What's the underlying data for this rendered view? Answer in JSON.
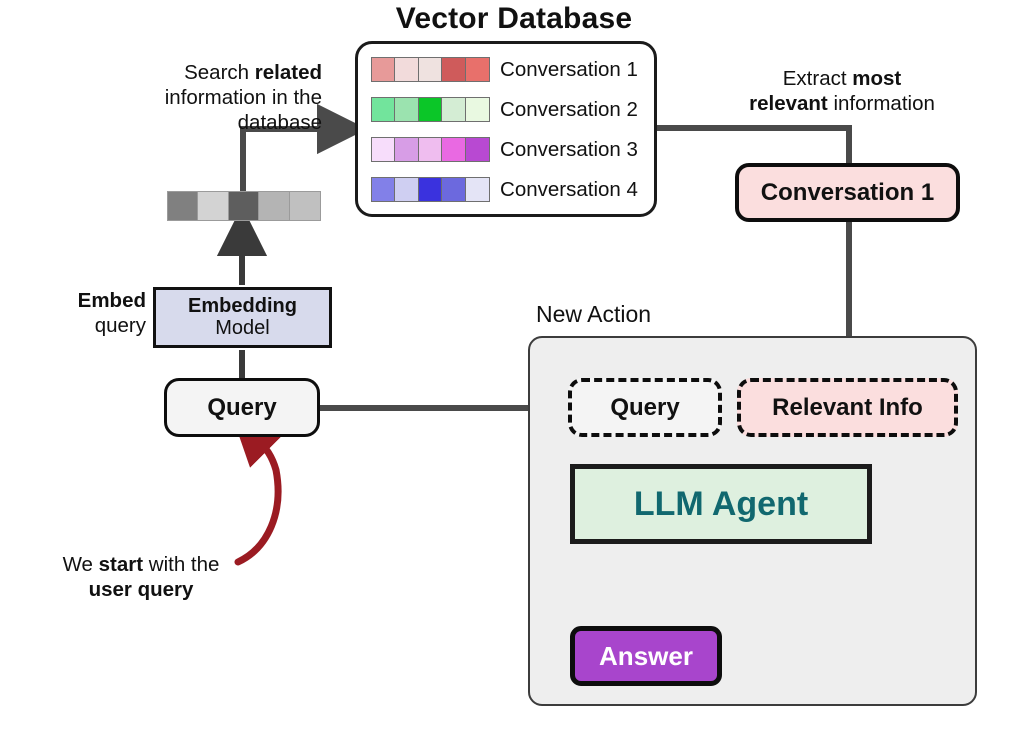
{
  "diagram": {
    "title": "Vector Database",
    "new_action_label": "New Action"
  },
  "colors": {
    "line_gray": "#4a4a4a",
    "red_arrow": "#9B1B22",
    "relevant_pink": "#FBDEDE",
    "llm_green": "#DEF0DF",
    "llm_text_teal": "#11686F",
    "answer_purple": "#A845CC",
    "embedding_lavender": "#D7DAEC",
    "panel_gray": "#EEEEEE"
  },
  "vector_database": {
    "rows": [
      {
        "label": "Conversation 1",
        "colors": [
          "#E79A99",
          "#F2DBDB",
          "#EFE2E0",
          "#CF5B5B",
          "#E8706B"
        ]
      },
      {
        "label": "Conversation 2",
        "colors": [
          "#72E49C",
          "#9BE3AF",
          "#0BC628",
          "#D4EDD4",
          "#E9F9E1"
        ]
      },
      {
        "label": "Conversation 3",
        "colors": [
          "#F7DDFB",
          "#D79DE6",
          "#EFBDEF",
          "#E969E2",
          "#B849D2"
        ]
      },
      {
        "label": "Conversation 4",
        "colors": [
          "#8280E8",
          "#CFCFF2",
          "#3A32DE",
          "#6C69DE",
          "#E4E4F6"
        ]
      }
    ]
  },
  "query_vector": {
    "colors": [
      "#808080",
      "#D3D3D3",
      "#5E5E5E",
      "#B4B4B4",
      "#C0C0C0"
    ]
  },
  "annotations": {
    "search": {
      "line1_pre": "Search ",
      "line1_bold": "related",
      "line2": "information in the",
      "line3": "database"
    },
    "embed": {
      "bold": "Embed",
      "normal": "query"
    },
    "extract": {
      "line1_pre": "Extract ",
      "line1_bold": "most",
      "line2_bold": "relevant",
      "line2_post": " information"
    },
    "start": {
      "line1_pre": "We ",
      "line1_bold": "start",
      "line1_post": " with the",
      "line2_bold": "user query"
    }
  },
  "boxes": {
    "embedding_model": {
      "line1": "Embedding",
      "line2": "Model"
    },
    "query_left": "Query",
    "conversation_selected": "Conversation 1",
    "query_dashed": "Query",
    "relevant_info": "Relevant Info",
    "llm_agent": "LLM Agent",
    "answer": "Answer"
  }
}
